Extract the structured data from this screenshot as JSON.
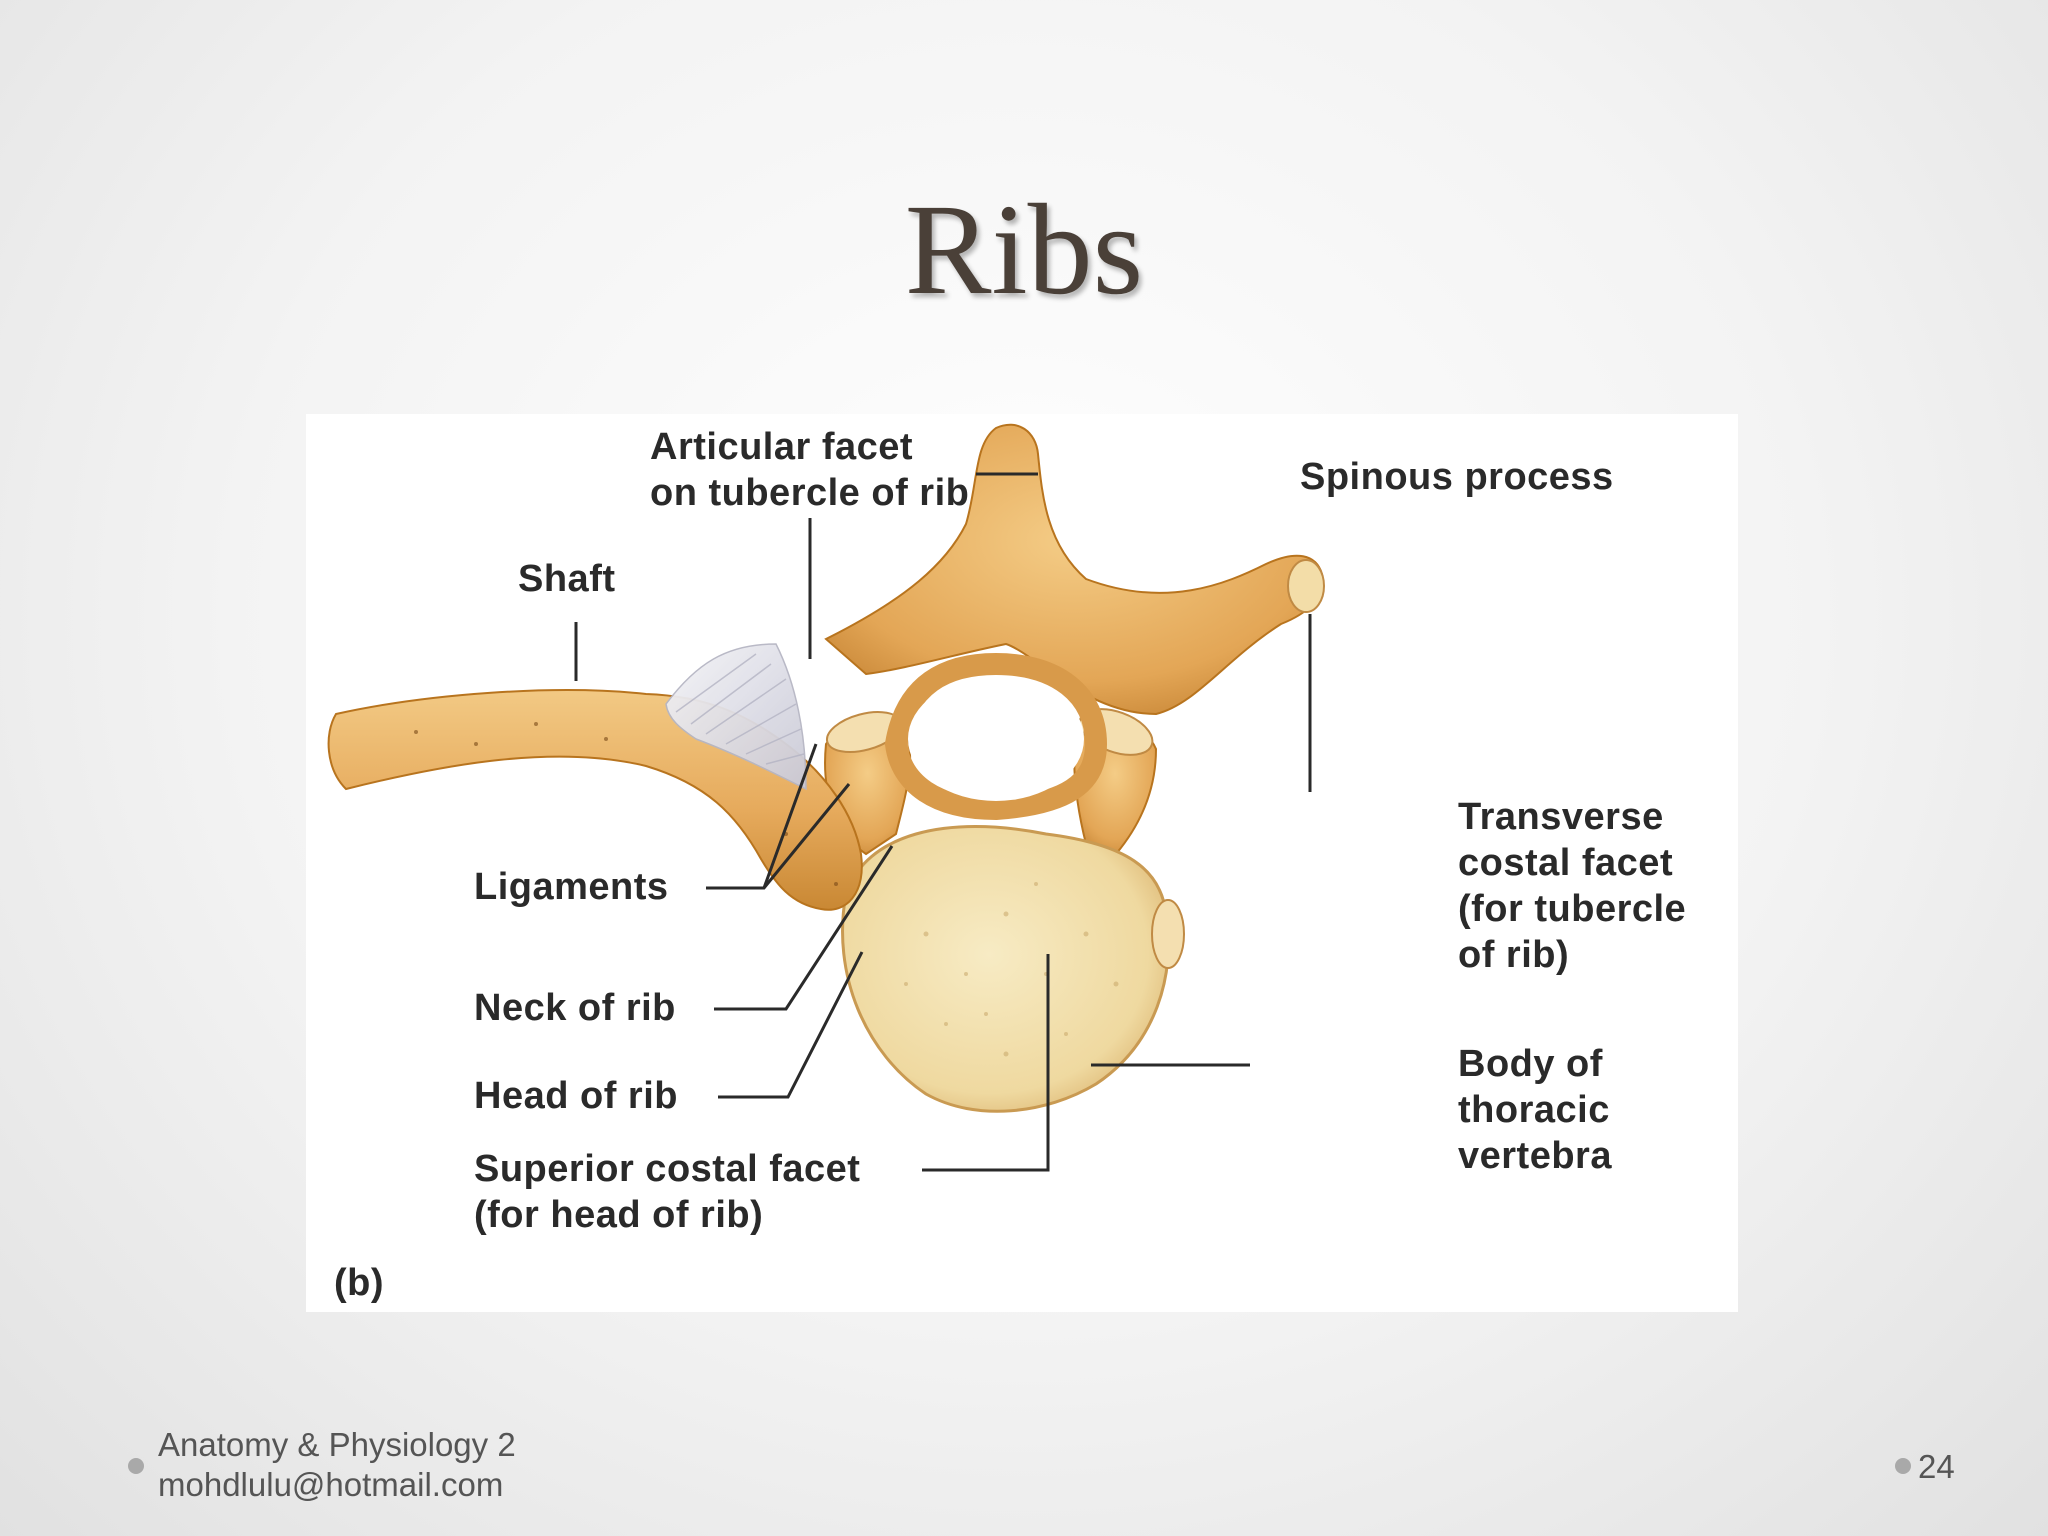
{
  "slide": {
    "title": "Ribs",
    "page_number": "24"
  },
  "footer": {
    "line1": "Anatomy & Physiology 2",
    "line2": "mohdlulu@hotmail.com"
  },
  "figure": {
    "panel_letter": "(b)",
    "labels": {
      "articular_facet": "Articular facet\non tubercle of rib",
      "shaft": "Shaft",
      "spinous_process": "Spinous process",
      "ligaments": "Ligaments",
      "neck_of_rib": "Neck of rib",
      "head_of_rib": "Head of rib",
      "superior_costal_facet": "Superior costal facet\n(for head of rib)",
      "transverse_costal_facet": "Transverse\ncostal facet\n(for tubercle\nof rib)",
      "body_of_vertebra": "Body of\nthoracic\nvertebra"
    },
    "colors": {
      "bone": "#e8b064",
      "bone_shadow": "#b8741e",
      "vertebral_body": "#f2dca0",
      "ligament": "#dcdce6",
      "leader_line": "#2a2a2a"
    }
  }
}
